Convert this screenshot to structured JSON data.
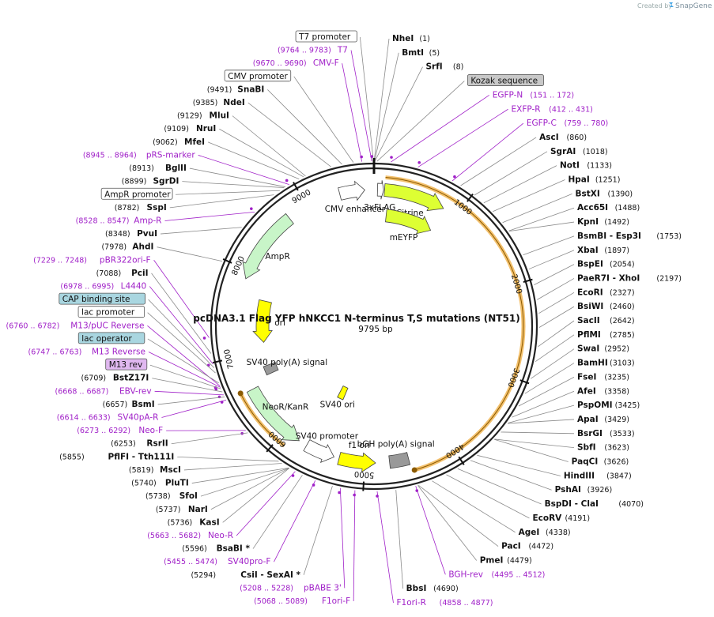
{
  "title": "pcDNA3.1 Flag YFP hNKCC1 N-terminus T,S mutations (NT51)",
  "size": "9795 bp",
  "branding": {
    "created_by": "Created by",
    "app": "SnapGene"
  },
  "ticks": [
    {
      "label": "1000",
      "bp": 1000
    },
    {
      "label": "2000",
      "bp": 2000
    },
    {
      "label": "3000",
      "bp": 3000
    },
    {
      "label": "4000",
      "bp": 4000
    },
    {
      "label": "5000",
      "bp": 5000
    },
    {
      "label": "6000",
      "bp": 6000
    },
    {
      "label": "7000",
      "bp": 7000
    },
    {
      "label": "8000",
      "bp": 8000
    },
    {
      "label": "9000",
      "bp": 9000
    }
  ],
  "right_labels": [
    {
      "name": "NheI",
      "pos": "(1)",
      "bp": 1,
      "kind": "enzyme"
    },
    {
      "name": "BmtI",
      "pos": "(5)",
      "bp": 5,
      "kind": "enzyme"
    },
    {
      "name": "SrfI",
      "pos": "(8)",
      "bp": 8,
      "kind": "enzyme"
    },
    {
      "name": "Kozak sequence",
      "bp": 30,
      "kind": "box-gray"
    },
    {
      "name": "EGFP-N",
      "pos": "(151 .. 172)",
      "bp": 160,
      "kind": "primer"
    },
    {
      "name": "EXFP-R",
      "pos": "(412 .. 431)",
      "bp": 420,
      "kind": "primer"
    },
    {
      "name": "EGFP-C",
      "pos": "(759 .. 780)",
      "bp": 770,
      "kind": "primer"
    },
    {
      "name": "AscI",
      "pos": "(860)",
      "bp": 860,
      "kind": "enzyme"
    },
    {
      "name": "SgrAI",
      "pos": "(1018)",
      "bp": 1018,
      "kind": "enzyme"
    },
    {
      "name": "NotI",
      "pos": "(1133)",
      "bp": 1133,
      "kind": "enzyme"
    },
    {
      "name": "HpaI",
      "pos": "(1251)",
      "bp": 1251,
      "kind": "enzyme"
    },
    {
      "name": "BstXI",
      "pos": "(1390)",
      "bp": 1390,
      "kind": "enzyme"
    },
    {
      "name": "Acc65I",
      "pos": "(1488)",
      "bp": 1488,
      "kind": "enzyme"
    },
    {
      "name": "KpnI",
      "pos": "(1492)",
      "bp": 1492,
      "kind": "enzyme"
    },
    {
      "name": "BsmBI  - Esp3I",
      "pos": "(1753)",
      "bp": 1753,
      "kind": "enzyme"
    },
    {
      "name": "XbaI",
      "pos": "(1897)",
      "bp": 1897,
      "kind": "enzyme"
    },
    {
      "name": "BspEI",
      "pos": "(2054)",
      "bp": 2054,
      "kind": "enzyme"
    },
    {
      "name": "PaeR7I  - XhoI",
      "pos": "(2197)",
      "bp": 2197,
      "kind": "enzyme"
    },
    {
      "name": "EcoRI",
      "pos": "(2327)",
      "bp": 2327,
      "kind": "enzyme"
    },
    {
      "name": "BsiWI",
      "pos": "(2460)",
      "bp": 2460,
      "kind": "enzyme"
    },
    {
      "name": "SacII",
      "pos": "(2642)",
      "bp": 2642,
      "kind": "enzyme"
    },
    {
      "name": "PflMI",
      "pos": "(2785)",
      "bp": 2785,
      "kind": "enzyme"
    },
    {
      "name": "SwaI",
      "pos": "(2952)",
      "bp": 2952,
      "kind": "enzyme"
    },
    {
      "name": "BamHI",
      "pos": "(3103)",
      "bp": 3103,
      "kind": "enzyme"
    },
    {
      "name": "FseI",
      "pos": "(3235)",
      "bp": 3235,
      "kind": "enzyme"
    },
    {
      "name": "AfeI",
      "pos": "(3358)",
      "bp": 3358,
      "kind": "enzyme"
    },
    {
      "name": "PspOMI",
      "pos": "(3425)",
      "bp": 3425,
      "kind": "enzyme"
    },
    {
      "name": "ApaI",
      "pos": "(3429)",
      "bp": 3429,
      "kind": "enzyme"
    },
    {
      "name": "BsrGI",
      "pos": "(3533)",
      "bp": 3533,
      "kind": "enzyme"
    },
    {
      "name": "SbfI",
      "pos": "(3623)",
      "bp": 3623,
      "kind": "enzyme"
    },
    {
      "name": "PaqCI",
      "pos": "(3626)",
      "bp": 3626,
      "kind": "enzyme"
    },
    {
      "name": "HindIII",
      "pos": "(3847)",
      "bp": 3847,
      "kind": "enzyme"
    },
    {
      "name": "PshAI",
      "pos": "(3926)",
      "bp": 3926,
      "kind": "enzyme"
    },
    {
      "name": "BspDI  - ClaI",
      "pos": "(4070)",
      "bp": 4070,
      "kind": "enzyme"
    },
    {
      "name": "EcoRV",
      "pos": "(4191)",
      "bp": 4191,
      "kind": "enzyme"
    },
    {
      "name": "AgeI",
      "pos": "(4338)",
      "bp": 4338,
      "kind": "enzyme"
    },
    {
      "name": "PacI",
      "pos": "(4472)",
      "bp": 4472,
      "kind": "enzyme"
    },
    {
      "name": "PmeI",
      "pos": "(4479)",
      "bp": 4479,
      "kind": "enzyme"
    },
    {
      "name": "BGH-rev",
      "pos": "(4495 .. 4512)",
      "bp": 4500,
      "kind": "primer"
    },
    {
      "name": "BbsI",
      "pos": "(4690)",
      "bp": 4690,
      "kind": "enzyme"
    },
    {
      "name": "F1ori-R",
      "pos": "(4858 .. 4877)",
      "bp": 4868,
      "kind": "primer"
    }
  ],
  "left_labels": [
    {
      "name": "T7 promoter",
      "bp": 9790,
      "kind": "box-white"
    },
    {
      "name": "T7",
      "pos": "(9764 .. 9783)",
      "bp": 9774,
      "kind": "primer"
    },
    {
      "name": "CMV-F",
      "pos": "(9670 .. 9690)",
      "bp": 9680,
      "kind": "primer"
    },
    {
      "name": "CMV promoter",
      "bp": 9600,
      "kind": "box-white"
    },
    {
      "name": "SnaBI",
      "pos": "(9491)",
      "bp": 9491,
      "kind": "enzyme"
    },
    {
      "name": "NdeI",
      "pos": "(9385)",
      "bp": 9385,
      "kind": "enzyme"
    },
    {
      "name": "MluI",
      "pos": "(9129)",
      "bp": 9129,
      "kind": "enzyme"
    },
    {
      "name": "NruI",
      "pos": "(9109)",
      "bp": 9109,
      "kind": "enzyme"
    },
    {
      "name": "MfeI",
      "pos": "(9062)",
      "bp": 9062,
      "kind": "enzyme"
    },
    {
      "name": "pRS-marker",
      "pos": "(8945 .. 8964)",
      "bp": 8955,
      "kind": "primer"
    },
    {
      "name": "BglII",
      "pos": "(8913)",
      "bp": 8913,
      "kind": "enzyme"
    },
    {
      "name": "SgrDI",
      "pos": "(8899)",
      "bp": 8899,
      "kind": "enzyme"
    },
    {
      "name": "AmpR promoter",
      "bp": 8850,
      "kind": "box-white"
    },
    {
      "name": "SspI",
      "pos": "(8782)",
      "bp": 8782,
      "kind": "enzyme"
    },
    {
      "name": "Amp-R",
      "pos": "(8528 .. 8547)",
      "bp": 8538,
      "kind": "primer"
    },
    {
      "name": "PvuI",
      "pos": "(8348)",
      "bp": 8348,
      "kind": "enzyme"
    },
    {
      "name": "AhdI",
      "pos": "(7978)",
      "bp": 7978,
      "kind": "enzyme"
    },
    {
      "name": "pBR322ori-F",
      "pos": "(7229 .. 7248)",
      "bp": 7238,
      "kind": "primer"
    },
    {
      "name": "PciI",
      "pos": "(7088)",
      "bp": 7088,
      "kind": "enzyme"
    },
    {
      "name": "L4440",
      "pos": "(6978 .. 6995)",
      "bp": 6986,
      "kind": "primer"
    },
    {
      "name": "CAP binding site",
      "bp": 6950,
      "kind": "box-teal"
    },
    {
      "name": "lac promoter",
      "bp": 6900,
      "kind": "box-white"
    },
    {
      "name": "M13/pUC Reverse",
      "pos": "(6760 .. 6782)",
      "bp": 6770,
      "kind": "primer"
    },
    {
      "name": "lac operator",
      "bp": 6800,
      "kind": "box-teal"
    },
    {
      "name": "M13 Reverse",
      "pos": "(6747 .. 6763)",
      "bp": 6755,
      "kind": "primer"
    },
    {
      "name": "M13 rev",
      "bp": 6740,
      "kind": "box-purple"
    },
    {
      "name": "BstZ17I",
      "pos": "(6709)",
      "bp": 6709,
      "kind": "enzyme"
    },
    {
      "name": "EBV-rev",
      "pos": "(6668 .. 6687)",
      "bp": 6678,
      "kind": "primer"
    },
    {
      "name": "BsmI",
      "pos": "(6657)",
      "bp": 6657,
      "kind": "enzyme"
    },
    {
      "name": "SV40pA-R",
      "pos": "(6614 .. 6633)",
      "bp": 6624,
      "kind": "primer"
    },
    {
      "name": "Neo-F",
      "pos": "(6273 .. 6292)",
      "bp": 6282,
      "kind": "primer"
    },
    {
      "name": "RsrII",
      "pos": "(6253)",
      "bp": 6253,
      "kind": "enzyme"
    },
    {
      "name": "PflFI  - Tth111I",
      "pos": "(5855)",
      "bp": 5855,
      "kind": "enzyme"
    },
    {
      "name": "MscI",
      "pos": "(5819)",
      "bp": 5819,
      "kind": "enzyme"
    },
    {
      "name": "PluTI",
      "pos": "(5740)",
      "bp": 5740,
      "kind": "enzyme"
    },
    {
      "name": "SfoI",
      "pos": "(5738)",
      "bp": 5738,
      "kind": "enzyme"
    },
    {
      "name": "NarI",
      "pos": "(5737)",
      "bp": 5737,
      "kind": "enzyme"
    },
    {
      "name": "KasI",
      "pos": "(5736)",
      "bp": 5736,
      "kind": "enzyme"
    },
    {
      "name": "Neo-R",
      "pos": "(5663 .. 5682)",
      "bp": 5672,
      "kind": "primer"
    },
    {
      "name": "BsaBI *",
      "pos": "(5596)",
      "bp": 5596,
      "kind": "enzyme"
    },
    {
      "name": "SV40pro-F",
      "pos": "(5455 .. 5474)",
      "bp": 5464,
      "kind": "primer"
    },
    {
      "name": "CsiI  - SexAI *",
      "pos": "(5294)",
      "bp": 5294,
      "kind": "enzyme"
    },
    {
      "name": "pBABE 3'",
      "pos": "(5208 .. 5228)",
      "bp": 5218,
      "kind": "primer"
    },
    {
      "name": "F1ori-F",
      "pos": "(5068 .. 5089)",
      "bp": 5078,
      "kind": "primer"
    }
  ],
  "features": [
    {
      "name": "CMV enhancer",
      "start": 9400,
      "end": 9690,
      "track": 1,
      "color": "#ffffff",
      "dir": 1
    },
    {
      "name": "3xFLAG",
      "start": 40,
      "end": 110,
      "track": 1,
      "color": "#ffffff",
      "dir": 1
    },
    {
      "name": "Citrine",
      "start": 120,
      "end": 830,
      "track": 1,
      "color": "#ddff33",
      "dir": 1
    },
    {
      "name": "mEYFP",
      "start": 170,
      "end": 830,
      "track": 2,
      "color": "#ddff33",
      "dir": 1
    },
    {
      "name": "AmpR",
      "start": 7900,
      "end": 8760,
      "track": 1,
      "color": "#c8f5c8",
      "dir": -1
    },
    {
      "name": "ori",
      "start": 7120,
      "end": 7700,
      "track": 2,
      "color": "#ffff00",
      "dir": -1
    },
    {
      "name": "SV40 poly(A) signal",
      "start": 6680,
      "end": 6800,
      "track": 2,
      "color": "#999999",
      "dir": 0
    },
    {
      "name": "NeoR/KanR",
      "start": 5800,
      "end": 6600,
      "track": 1,
      "color": "#c8f5c8",
      "dir": -1
    },
    {
      "name": "SV40 promoter",
      "start": 5360,
      "end": 5700,
      "track": 1,
      "color": "#ffffff",
      "dir": -1
    },
    {
      "name": "f1 ori",
      "start": 4880,
      "end": 5300,
      "track": 1,
      "color": "#ffff00",
      "dir": -1
    },
    {
      "name": "bGH poly(A) signal",
      "start": 4500,
      "end": 4720,
      "track": 1,
      "color": "#999999",
      "dir": 0
    },
    {
      "name": "SV40 ori",
      "start": 5520,
      "end": 5640,
      "track": 3,
      "color": "#ffff00",
      "dir": 0
    }
  ],
  "orange_arcs": [
    {
      "start": 120,
      "end": 4470
    },
    {
      "start": 5900,
      "end": 6620
    }
  ]
}
